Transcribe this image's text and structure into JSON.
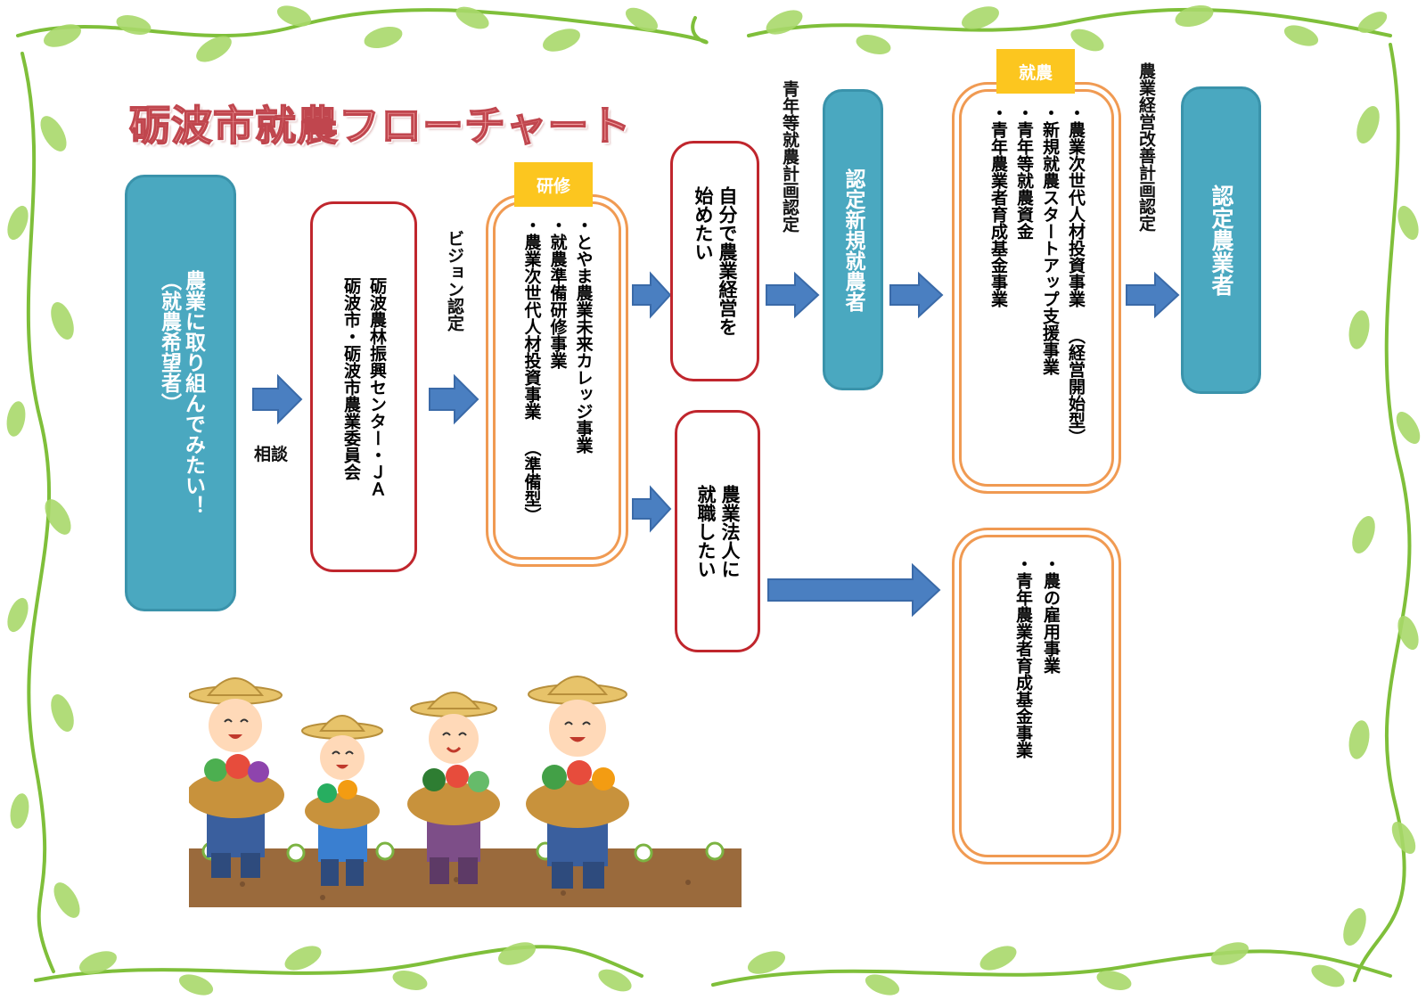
{
  "title": "砺波市就農フローチャート",
  "start_box": {
    "lines": [
      "農業に取り組んでみたい！",
      "（就農希望者）"
    ]
  },
  "label_consult": "相談",
  "consult_box": {
    "lines": [
      "砺波農林振興センター・ＪＡ",
      "砺波市・砺波市農業委員会"
    ]
  },
  "label_vision": "ビジョン認定",
  "training": {
    "tag": "研修",
    "items": [
      "・とやま農業未来カレッジ事業",
      "・就農準備研修事業",
      "・農業次世代人材投資事業 （準備型）"
    ]
  },
  "self_mgmt_box": {
    "lines": [
      "自分で農業経営を",
      "始めたい"
    ]
  },
  "employ_box": {
    "lines": [
      "農業法人に",
      "就職したい"
    ]
  },
  "label_youth_plan": "青年等就農計画認定",
  "new_farmer_box": {
    "label": "認定新規就農者"
  },
  "farming": {
    "tag": "就農",
    "items": [
      "・農業次世代人材投資事業 （経営開始型）",
      "・新規就農スタートアップ支援事業",
      "・青年等就農資金",
      "・青年農業者育成基金事業"
    ]
  },
  "label_improve_plan": "農業経営改善計画認定",
  "certified_farmer_box": {
    "label": "認定農業者"
  },
  "employment_programs": {
    "items": [
      "・農の雇用事業",
      "・青年農業者育成基金事業"
    ]
  },
  "colors": {
    "teal": "#4aa8c0",
    "red_border": "#c0262d",
    "orange_border": "#f09a52",
    "tag_yellow": "#fcc61f",
    "arrow_blue": "#4a7fc1",
    "vine_green": "#8cc63f"
  }
}
